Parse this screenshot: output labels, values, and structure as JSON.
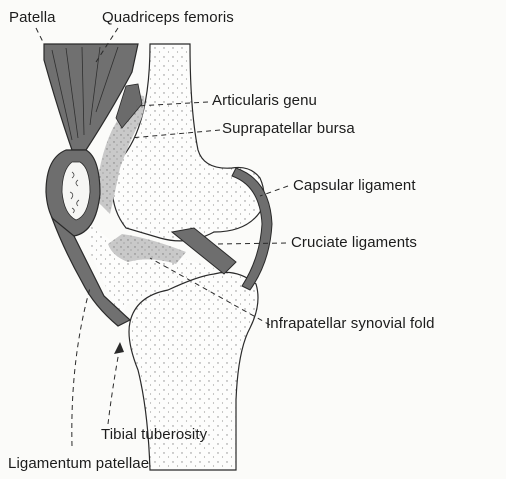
{
  "labels": {
    "patella": "Patella",
    "quadriceps_femoris": "Quadriceps femoris",
    "articularis_genu": "Articularis genu",
    "suprapatellar_bursa": "Suprapatellar bursa",
    "capsular_ligament": "Capsular ligament",
    "cruciate_ligaments": "Cruciate ligaments",
    "infrapatellar_synovial_fold": "Infrapatellar synovial fold",
    "tibial_tuberosity": "Tibial tuberosity",
    "ligamentum_patellae": "Ligamentum patellae"
  },
  "colors": {
    "dark_structures": "#6e6e6e",
    "stippled_fill": "#c6c6c6",
    "bone_fill": "#ffffff",
    "outline": "#2a2a2a"
  }
}
